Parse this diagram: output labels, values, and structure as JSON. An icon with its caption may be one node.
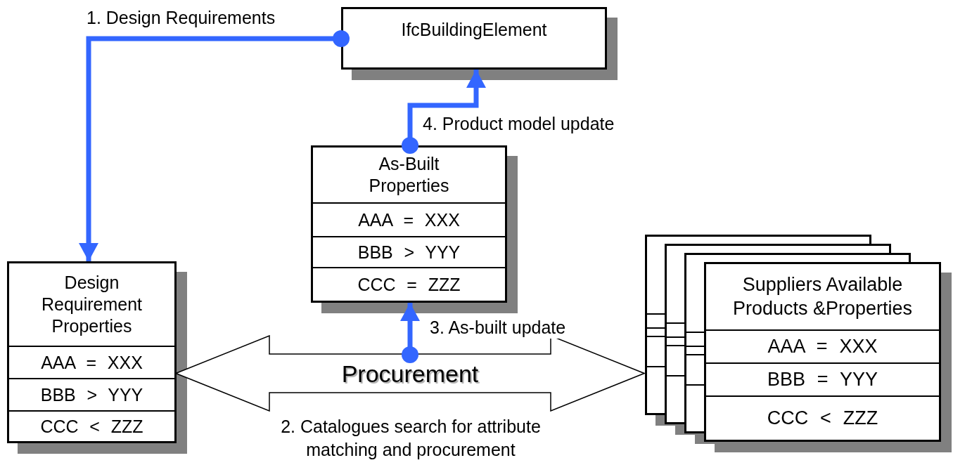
{
  "diagram": {
    "nodes": [
      {
        "text": [
          "IfcBuildingElement"
        ]
      },
      {
        "text": [
          "As-Built Properties",
          "AAA = XXX",
          "BBB > YYY",
          "CCC = ZZZ"
        ]
      },
      {
        "text": [
          "Design Requirement Properties",
          "AAA = XXX",
          "BBB > YYY",
          "CCC < ZZZ"
        ]
      },
      {
        "text": [
          "Suppliers Available Products &Properties",
          "AAA = XXX",
          "BBB = YYY",
          "CCC < ZZZ"
        ]
      },
      {
        "text": [
          "Procurement"
        ],
        "beside": [
          "2. Catalogues search for attribute matching and procurement"
        ]
      }
    ],
    "edges": [
      {
        "from": 0,
        "to": 2,
        "arrow": "to",
        "label": "1. Design Requirements"
      },
      {
        "from": 1,
        "to": 0,
        "arrow": "to",
        "label": "4. Product model update"
      },
      {
        "from": 4,
        "to": 1,
        "arrow": "to",
        "label": "3. As-built update"
      }
    ]
  }
}
